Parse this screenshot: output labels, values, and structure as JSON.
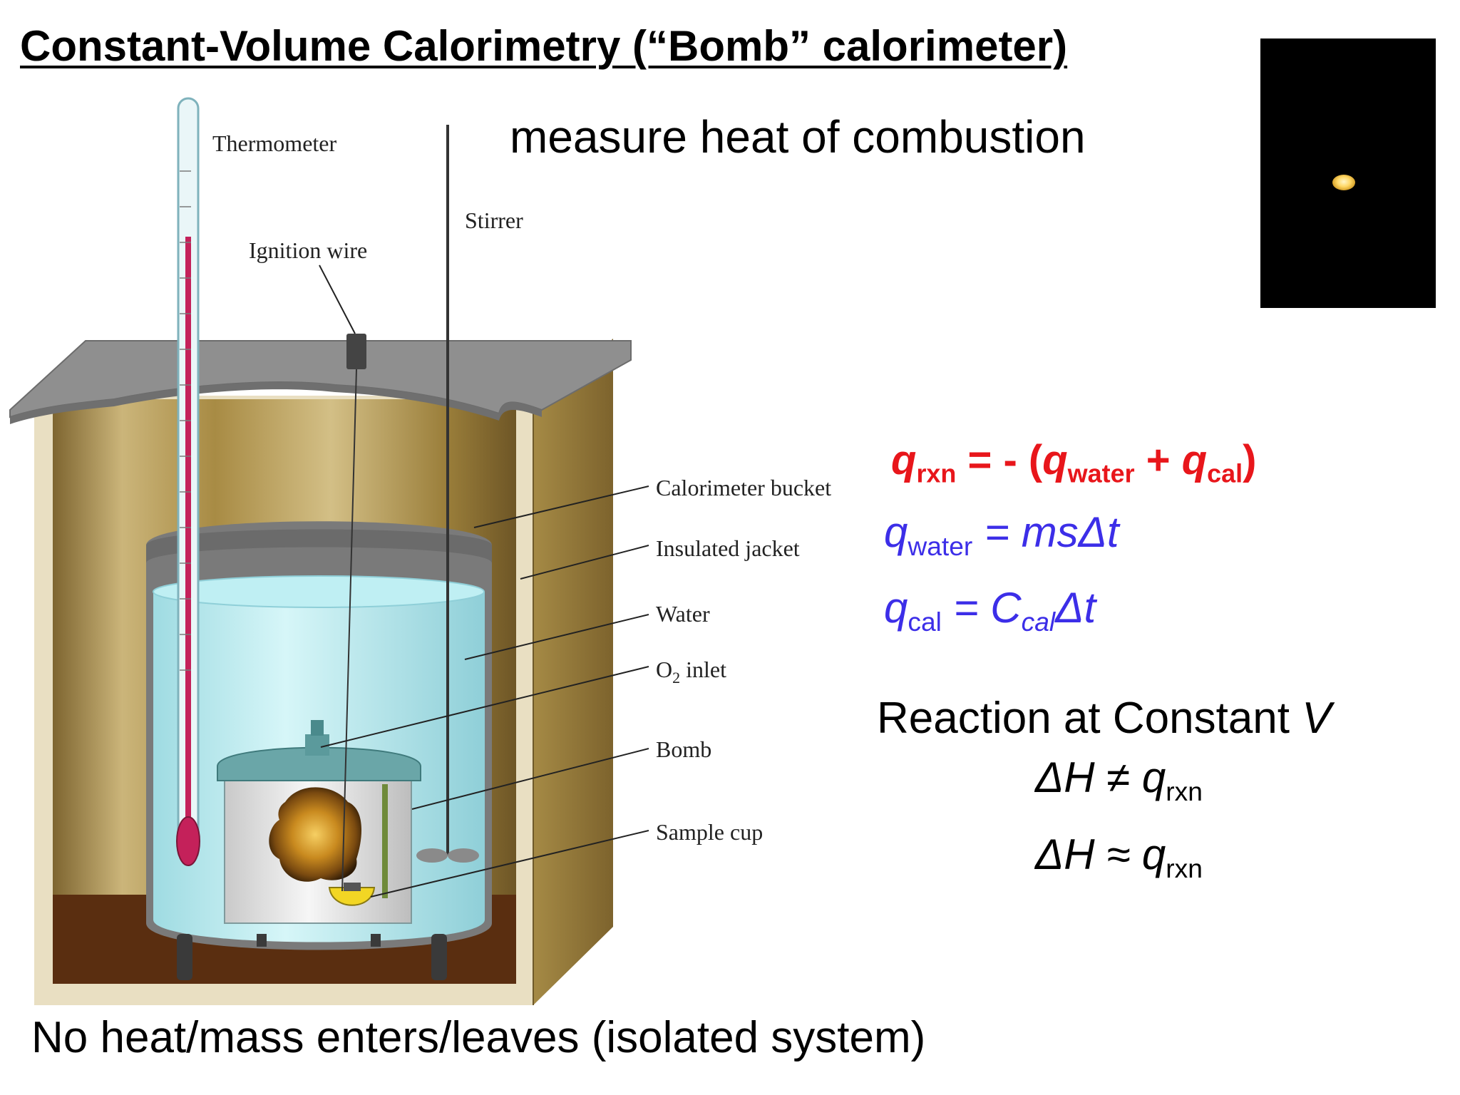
{
  "slide": {
    "title": "Constant-Volume Calorimetry (“Bomb” calorimeter)",
    "subtitle": "measure heat of combustion",
    "bottom_note": "No heat/mass enters/leaves (isolated system)"
  },
  "diagram": {
    "labels": {
      "thermometer": "Thermometer",
      "ignition_wire": "Ignition wire",
      "stirrer": "Stirrer",
      "calorimeter_bucket": "Calorimeter bucket",
      "insulated_jacket": "Insulated jacket",
      "water": "Water",
      "o2_main": "O",
      "o2_sub": "2",
      "o2_rest": " inlet",
      "bomb": "Bomb",
      "sample_cup": "Sample cup"
    }
  },
  "equations": {
    "main": {
      "q1": "q",
      "rxn": "rxn",
      "eq": " = - (",
      "q2": "q",
      "water": "water",
      "plus": " + ",
      "q3": "q",
      "cal": "cal",
      "close": ")"
    },
    "water": {
      "q": "q",
      "sub": "water",
      "rhs": " = msΔt"
    },
    "cal": {
      "q": "q",
      "sub": "cal",
      "eq": " = C",
      "csub": "cal",
      "dt": "Δt"
    },
    "constant_v": {
      "text": "Reaction at Constant ",
      "v": "V"
    },
    "dh_neq": {
      "lhs": "ΔH ≠ q",
      "sub": "rxn"
    },
    "dh_approx": {
      "lhs": "ΔH ≈ q",
      "sub": "rxn"
    }
  },
  "colors": {
    "red_equation": "#e8161b",
    "blue_equation": "#3c2ee8",
    "jacket": "#b39a52",
    "lid": "#8d8d8d",
    "water": "#c4eef2",
    "thermometer_fluid": "#c4215a"
  }
}
